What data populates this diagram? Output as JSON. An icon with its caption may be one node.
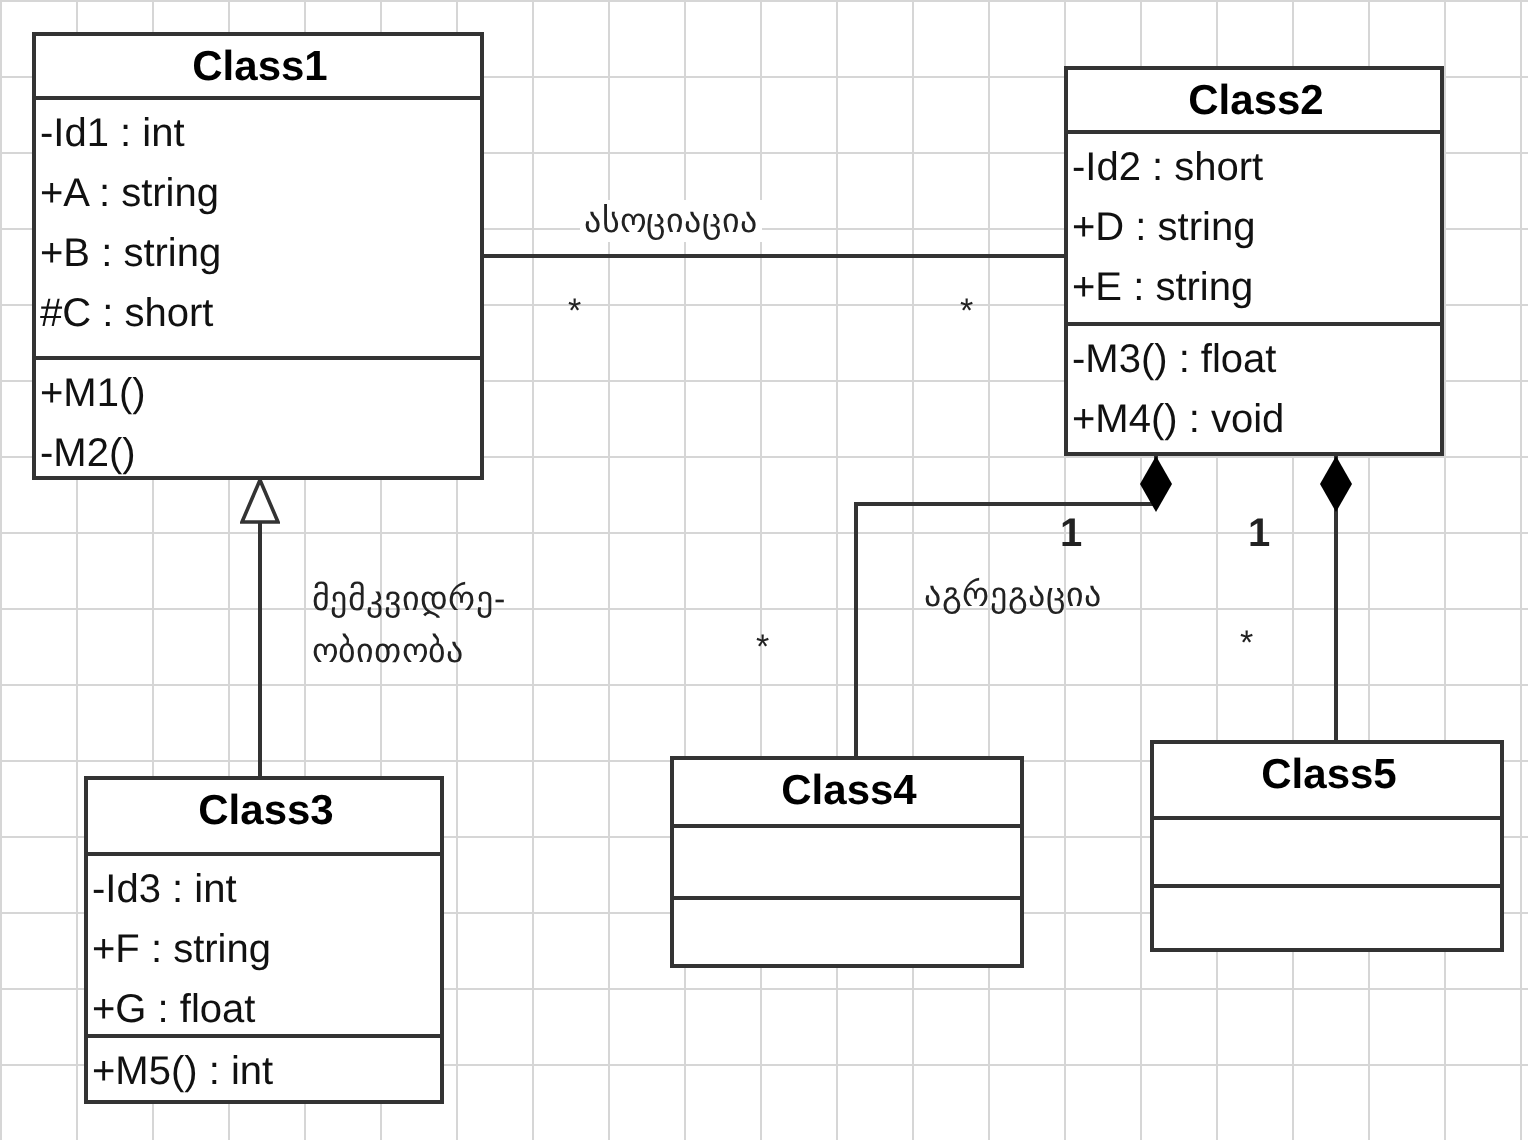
{
  "diagram": {
    "nodes": [
      {
        "text": [
          "Class1",
          "-Id1 : int",
          "+A : string",
          "+B : string",
          "#C : short",
          "+M1()",
          "-M2()"
        ]
      },
      {
        "text": [
          "Class2",
          "-Id2 : short",
          "+D : string",
          "+E : string",
          "-M3() : float",
          "+M4() : void"
        ]
      },
      {
        "text": [
          "Class3",
          "-Id3 : int",
          "+F : string",
          "+G : float",
          "+M5() : int"
        ]
      },
      {
        "text": [
          "Class4"
        ]
      },
      {
        "text": [
          "Class5"
        ]
      }
    ],
    "edges": [
      {
        "from": 0,
        "to": 1,
        "arrow": "none",
        "label": "ასოციაცია"
      },
      {
        "from": 2,
        "to": 0,
        "arrow": "to"
      },
      {
        "from": 3,
        "to": 1,
        "arrow": "other"
      },
      {
        "from": 4,
        "to": 1,
        "arrow": "other"
      }
    ],
    "labels": [
      "*",
      "*",
      "მემკვიდრე- ობითობა",
      "1",
      "1",
      "აგრეგაცია",
      "*",
      "*"
    ]
  }
}
